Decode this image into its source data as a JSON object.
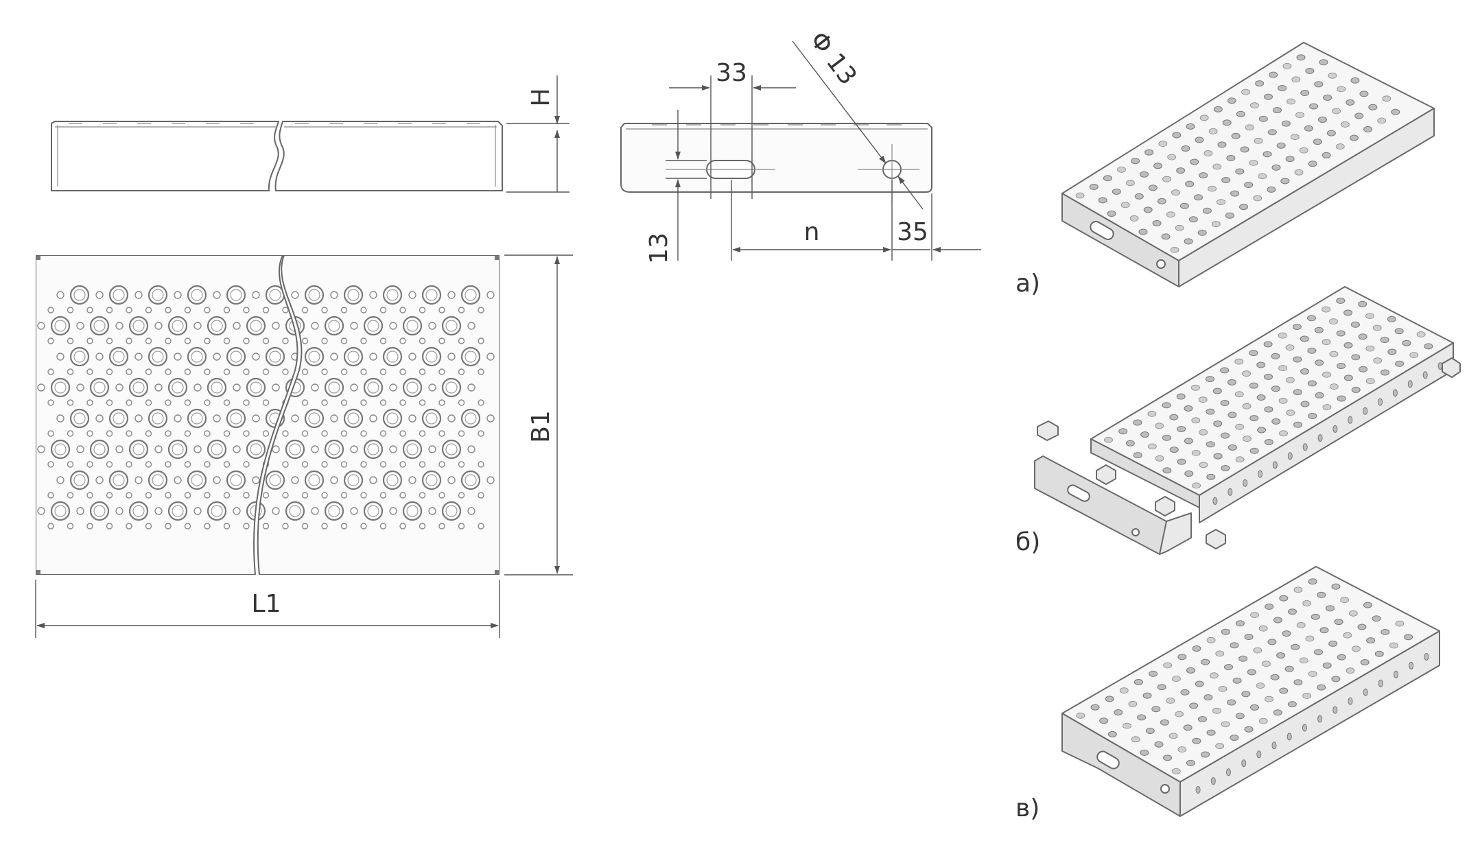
{
  "dimensions": {
    "H": "H",
    "B1": "B1",
    "L1": "L1",
    "slot_width": "33",
    "hole_diameter": "Φ 13",
    "slot_height": "13",
    "n": "n",
    "edge_offset": "35"
  },
  "variants": [
    {
      "label": "а)"
    },
    {
      "label": "б)"
    },
    {
      "label": "в)"
    }
  ]
}
